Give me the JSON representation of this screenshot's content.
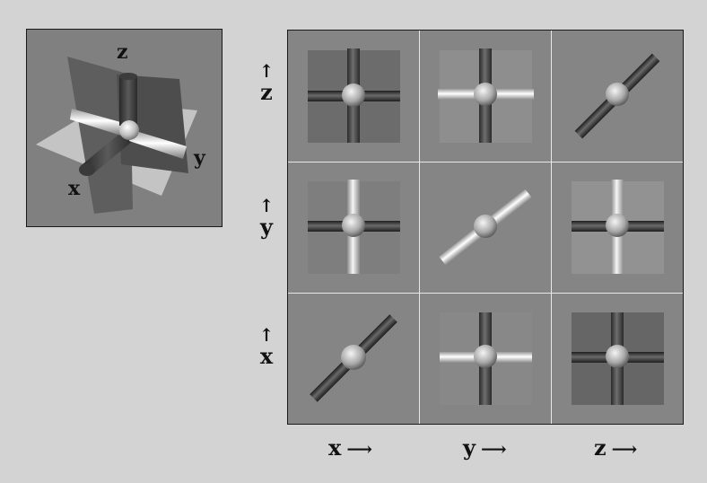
{
  "inset": {
    "labels": {
      "z": "z",
      "y": "y",
      "x": "x"
    }
  },
  "grid": {
    "row_labels": [
      {
        "text": "z",
        "arrow": "↑"
      },
      {
        "text": "y",
        "arrow": "↑"
      },
      {
        "text": "x",
        "arrow": "↑"
      }
    ],
    "col_labels": [
      {
        "text": "x",
        "arrow": "⟶"
      },
      {
        "text": "y",
        "arrow": "⟶"
      },
      {
        "text": "z",
        "arrow": "⟶"
      }
    ]
  }
}
